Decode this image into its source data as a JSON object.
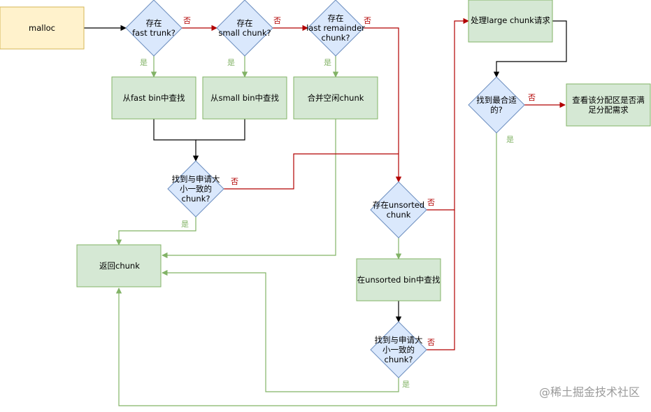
{
  "colors": {
    "start_fill": "#fff2cc",
    "start_stroke": "#d6b656",
    "process_fill": "#d5e8d4",
    "process_stroke": "#82b366",
    "decision_fill": "#dae8fc",
    "decision_stroke": "#6c8ebf",
    "yes_edge": "#82b366",
    "no_edge": "#b20000",
    "plain_edge": "#000000"
  },
  "nodes": {
    "malloc": "malloc",
    "d_fast": "存在\nfast trunk?",
    "d_small": "存在\nsmall chunk?",
    "d_remainder": "存在\nlast remainder\nchunk?",
    "p_large": "处理large chunk请求",
    "p_fast_bin": "从fast bin中查找",
    "p_small_bin": "从small bin中查找",
    "p_merge": "合并空闲chunk",
    "d_best_fit": "找到最合适\n的?",
    "p_check_partition": "查看该分配区是否满\n足分配需求",
    "d_found1": "找到与申请大\n小一致的\nchunk?",
    "d_unsorted": "存在unsorted\nchunk",
    "p_return": "返回chunk",
    "p_unsorted_bin": "在unsorted bin中查找",
    "d_found2": "找到与申请大\n小一致的\nchunk?"
  },
  "edge_labels": {
    "yes": "是",
    "no": "否"
  },
  "watermark": "@稀土掘金技术社区"
}
